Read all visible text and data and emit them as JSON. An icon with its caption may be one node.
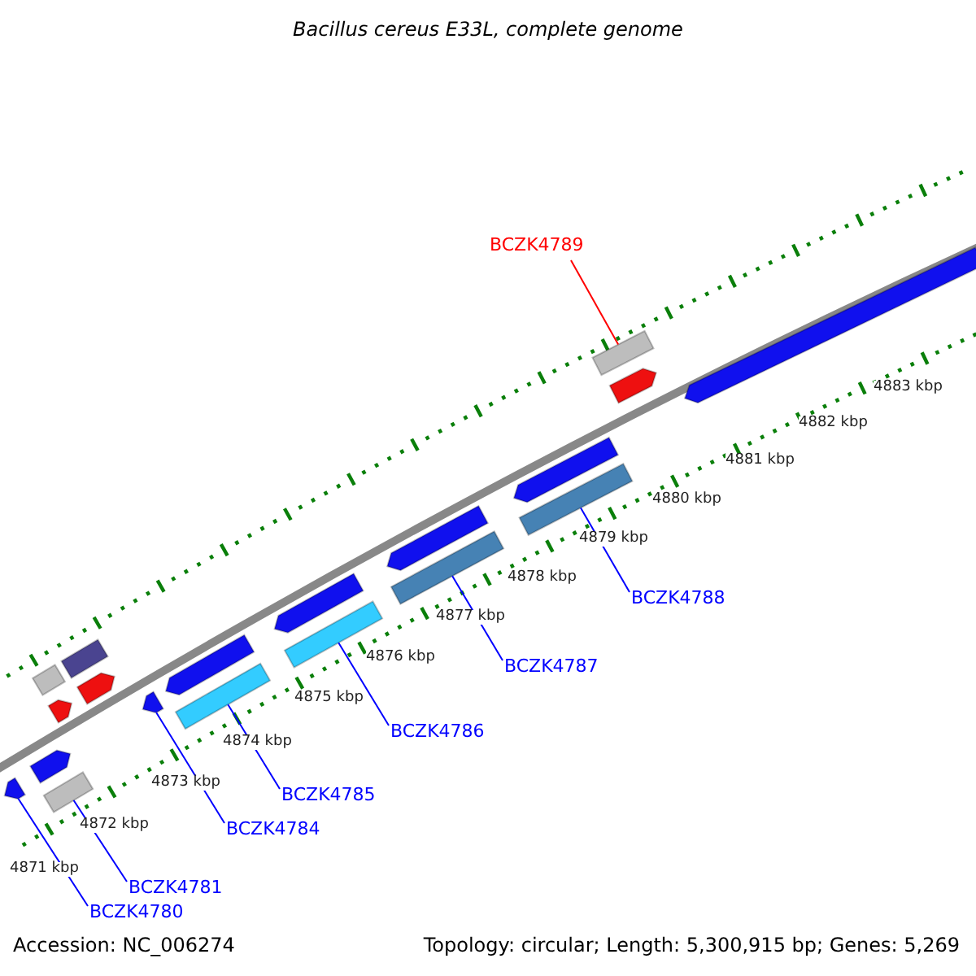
{
  "diagram": {
    "title": "Bacillus cereus E33L, complete genome",
    "nodes": [
      {
        "text": [
          "BCZK4789"
        ]
      },
      {
        "text": [
          "BCZK4788"
        ]
      },
      {
        "text": [
          "BCZK4787"
        ]
      },
      {
        "text": [
          "BCZK4786"
        ]
      },
      {
        "text": [
          "BCZK4785"
        ]
      },
      {
        "text": [
          "BCZK4784"
        ]
      },
      {
        "text": [
          "BCZK4781"
        ]
      },
      {
        "text": [
          "BCZK4780"
        ]
      },
      {
        "text": [],
        "shape": "arrow"
      },
      {
        "text": [],
        "shape": "bar"
      },
      {
        "text": [],
        "shape": "arrow"
      },
      {
        "text": [],
        "shape": "bar"
      },
      {
        "text": [],
        "shape": "bar"
      },
      {
        "text": [],
        "shape": "bar"
      },
      {
        "text": [],
        "shape": "bar"
      },
      {
        "text": [],
        "shape": "bar"
      }
    ],
    "edges": [
      {
        "from": 0,
        "to": 15,
        "arrow": "none",
        "color": "#ff0000"
      },
      {
        "from": 1,
        "to": 14,
        "arrow": "none"
      },
      {
        "from": 2,
        "to": 13,
        "arrow": "none"
      },
      {
        "from": 3,
        "to": 12,
        "arrow": "none"
      },
      {
        "from": 4,
        "to": 11,
        "arrow": "none"
      },
      {
        "from": 5,
        "to": 10,
        "arrow": "none"
      },
      {
        "from": 6,
        "to": 9,
        "arrow": "none"
      },
      {
        "from": 7,
        "to": 8,
        "arrow": "none"
      }
    ],
    "labels": [
      "4871 kbp",
      "4872 kbp",
      "4873 kbp",
      "4874 kbp",
      "4875 kbp",
      "4876 kbp",
      "4877 kbp",
      "4878 kbp",
      "4879 kbp",
      "4880 kbp",
      "4881 kbp",
      "4882 kbp",
      "4883 kbp",
      "Accession: NC_006274",
      "Topology: circular; Length: 5,300,915 bp; Genes: 5,269"
    ]
  }
}
